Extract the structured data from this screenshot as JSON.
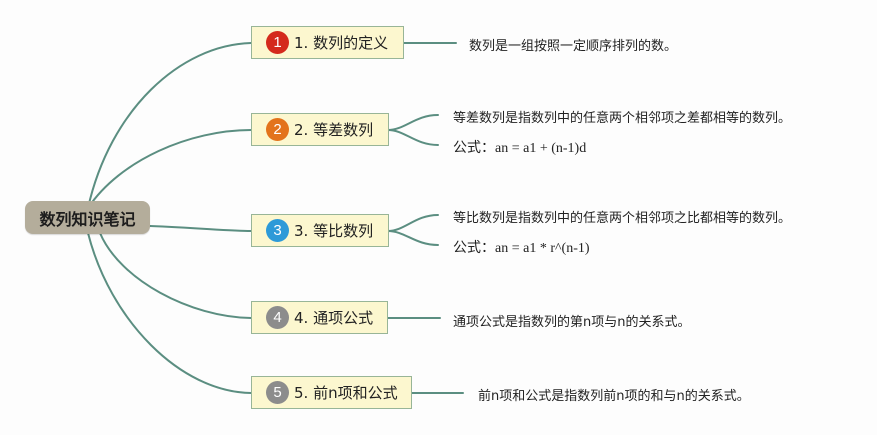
{
  "root": {
    "label": "数列知识笔记"
  },
  "topics": [
    {
      "number": "1",
      "label": "1. 数列的定义",
      "badge_color": "#d42a1c",
      "details": [
        "数列是一组按照一定顺序排列的数。"
      ]
    },
    {
      "number": "2",
      "label": "2. 等差数列",
      "badge_color": "#e3731c",
      "details": [
        "等差数列是指数列中的任意两个相邻项之差都相等的数列。",
        "公式：an = a1 + (n-1)d"
      ]
    },
    {
      "number": "3",
      "label": "3. 等比数列",
      "badge_color": "#2d9ad8",
      "details": [
        "等比数列是指数列中的任意两个相邻项之比都相等的数列。",
        "公式：an = a1 * r^(n-1)"
      ]
    },
    {
      "number": "4",
      "label": "4. 通项公式",
      "badge_color": "#8c8c8c",
      "details": [
        "通项公式是指数列的第n项与n的关系式。"
      ]
    },
    {
      "number": "5",
      "label": "5. 前n项和公式",
      "badge_color": "#8c8c8c",
      "details": [
        "前n项和公式是指数列前n项的和与n的关系式。"
      ]
    }
  ],
  "colors": {
    "line": "#5b8e81",
    "topic_fill": "#fcf7cf",
    "root_fill": "#b4ad9b"
  }
}
